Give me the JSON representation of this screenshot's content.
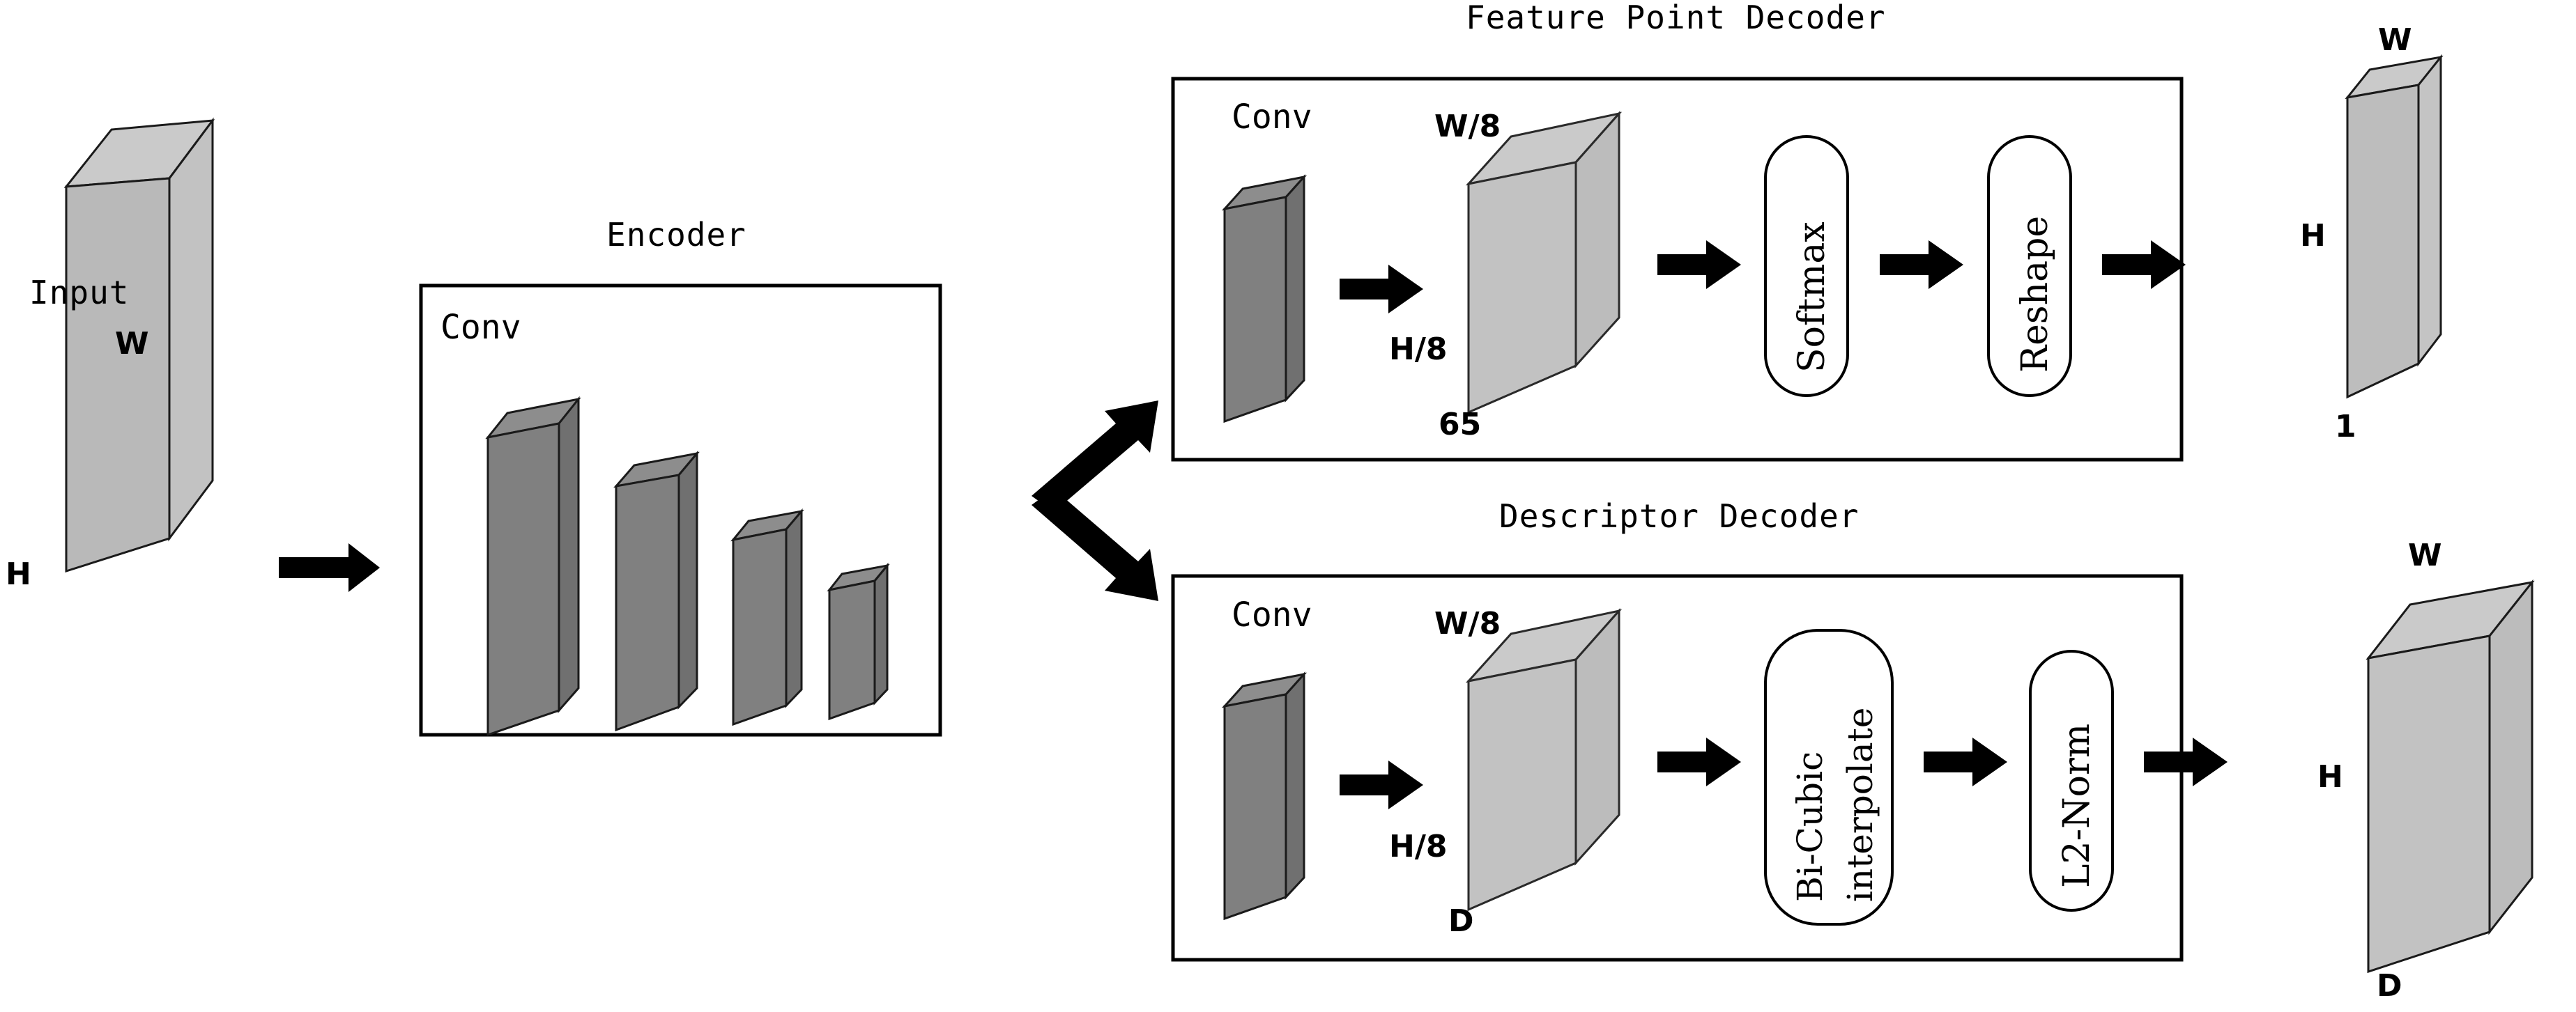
{
  "diagram": {
    "title_feature_decoder": "Feature Point Decoder",
    "title_descriptor_decoder": "Descriptor Decoder",
    "title_encoder": "Encoder",
    "title_input": "Input"
  },
  "input_block": {
    "label_w": "W",
    "label_h": "H"
  },
  "encoder": {
    "conv_label": "Conv",
    "num_slabs": 4
  },
  "feature_point_decoder": {
    "conv_label": "Conv",
    "tensor_w": "W/8",
    "tensor_h": "H/8",
    "tensor_d": "65",
    "op1": "Softmax",
    "op2": "Reshape"
  },
  "feature_point_output": {
    "label_w": "W",
    "label_h": "H",
    "label_d": "1"
  },
  "descriptor_decoder": {
    "conv_label": "Conv",
    "tensor_w": "W/8",
    "tensor_h": "H/8",
    "tensor_d": "D",
    "op1_line1": "Bi-Cubic",
    "op1_line2": "interpolate",
    "op2": "L2-Norm"
  },
  "descriptor_output": {
    "label_w": "W",
    "label_h": "H",
    "label_d": "D"
  },
  "colors": {
    "slab_dark": "#808080",
    "slab_light": "#c0c0c0",
    "slab_light_top": "#cacaca",
    "slab_light_side": "#bcbcbc",
    "slab_dark_top": "#8d8d8d",
    "slab_dark_side": "#6e6e6e",
    "outline": "#1a1a1a",
    "arrow": "#000000",
    "frame": "#000000",
    "background": "#ffffff"
  }
}
